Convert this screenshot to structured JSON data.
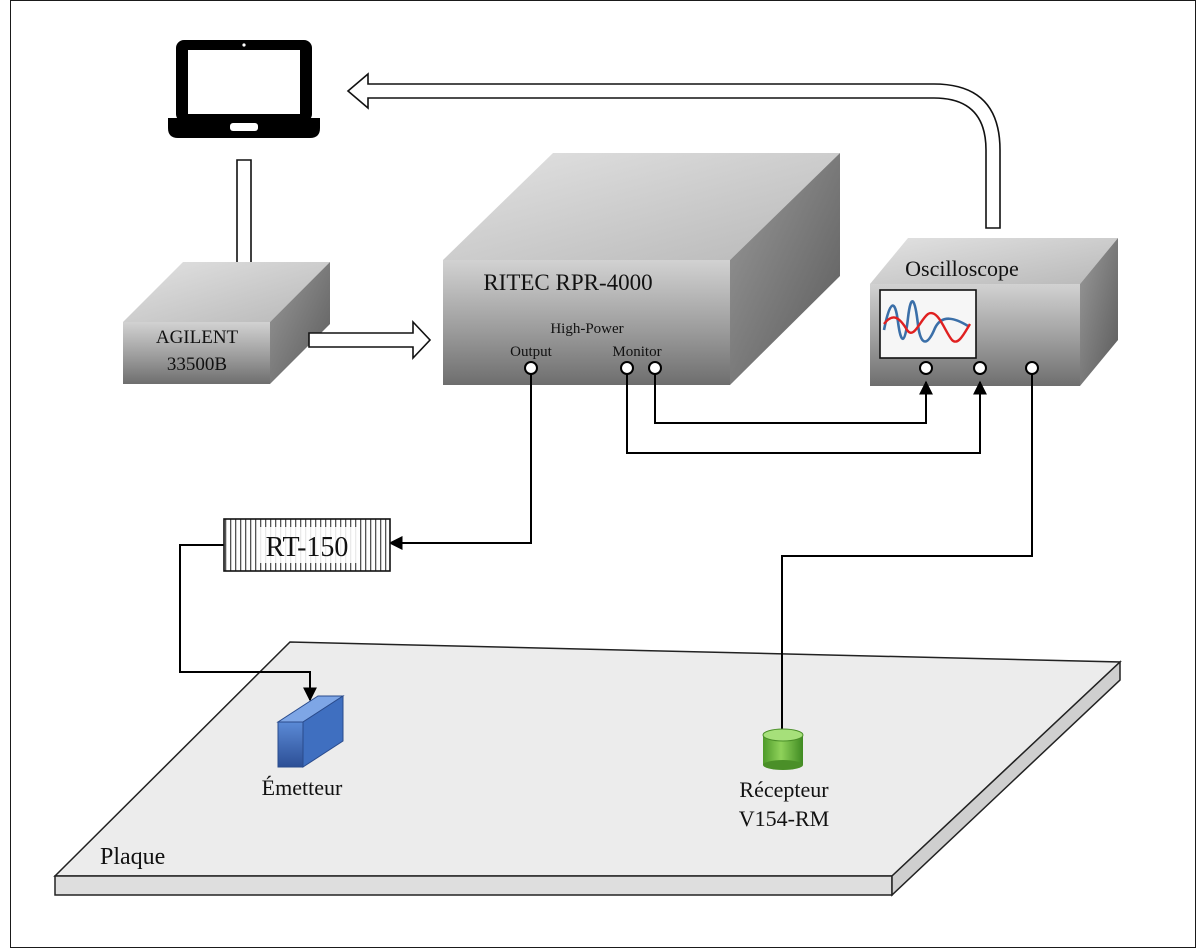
{
  "laptop": {
    "icon": "laptop-icon"
  },
  "generator": {
    "line1": "AGILENT",
    "line2": "33500B"
  },
  "amplifier": {
    "title": "RITEC RPR-4000",
    "output_label": "Output",
    "highpower_label": "High-Power",
    "monitor_label": "Monitor"
  },
  "oscilloscope": {
    "title": "Oscilloscope"
  },
  "attenuator": {
    "label": "RT-150"
  },
  "emitter": {
    "label": "Émetteur"
  },
  "receiver": {
    "line1": "Récepteur",
    "line2": "V154-RM"
  },
  "plate": {
    "label": "Plaque"
  },
  "colors": {
    "emitter": "#3f6fc0",
    "receiver": "#6db33f",
    "waveform_blue": "#3b6fa8",
    "waveform_red": "#e02020"
  }
}
